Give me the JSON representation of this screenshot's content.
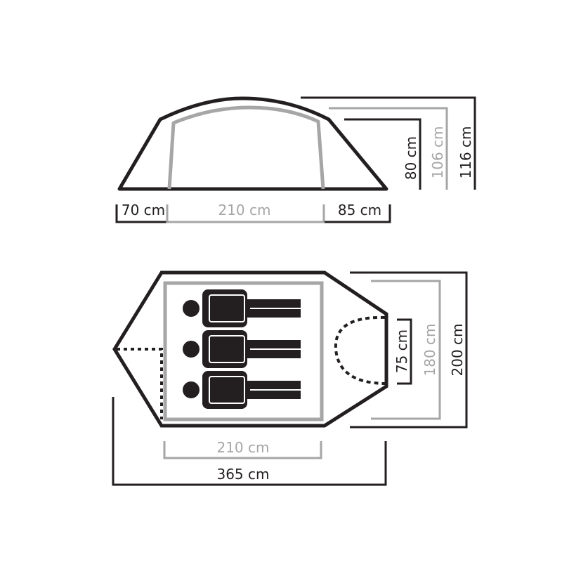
{
  "colors": {
    "outline": "#231f20",
    "inner": "#a6a6a6",
    "background": "#ffffff"
  },
  "side_view": {
    "heights": {
      "inner": "80 cm",
      "middle": "106 cm",
      "outer": "116 cm"
    },
    "lengths": {
      "front": "70 cm",
      "inner": "210 cm",
      "rear": "85 cm"
    }
  },
  "top_view": {
    "inner_width": "210 cm",
    "total_length": "365 cm",
    "door_height": "75 cm",
    "inner_height": "180 cm",
    "outer_height": "200 cm",
    "sleepers": 3,
    "sleeper_icon": "person-sleeping-bag-icon"
  }
}
